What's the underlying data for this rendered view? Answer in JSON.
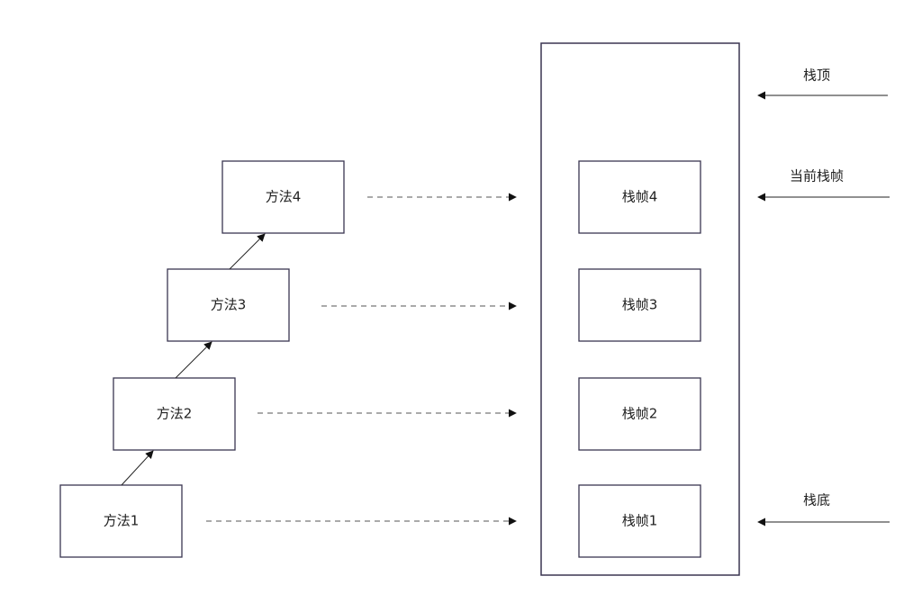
{
  "methods": [
    {
      "label": "方法1"
    },
    {
      "label": "方法2"
    },
    {
      "label": "方法3"
    },
    {
      "label": "方法4"
    }
  ],
  "frames": [
    {
      "label": "栈帧1"
    },
    {
      "label": "栈帧2"
    },
    {
      "label": "栈帧3"
    },
    {
      "label": "栈帧4"
    }
  ],
  "pointers": {
    "top": "栈顶",
    "current": "当前栈帧",
    "bottom": "栈底"
  },
  "colors": {
    "box_stroke": "#3a3550",
    "line": "#222222",
    "dash": "#555555"
  }
}
